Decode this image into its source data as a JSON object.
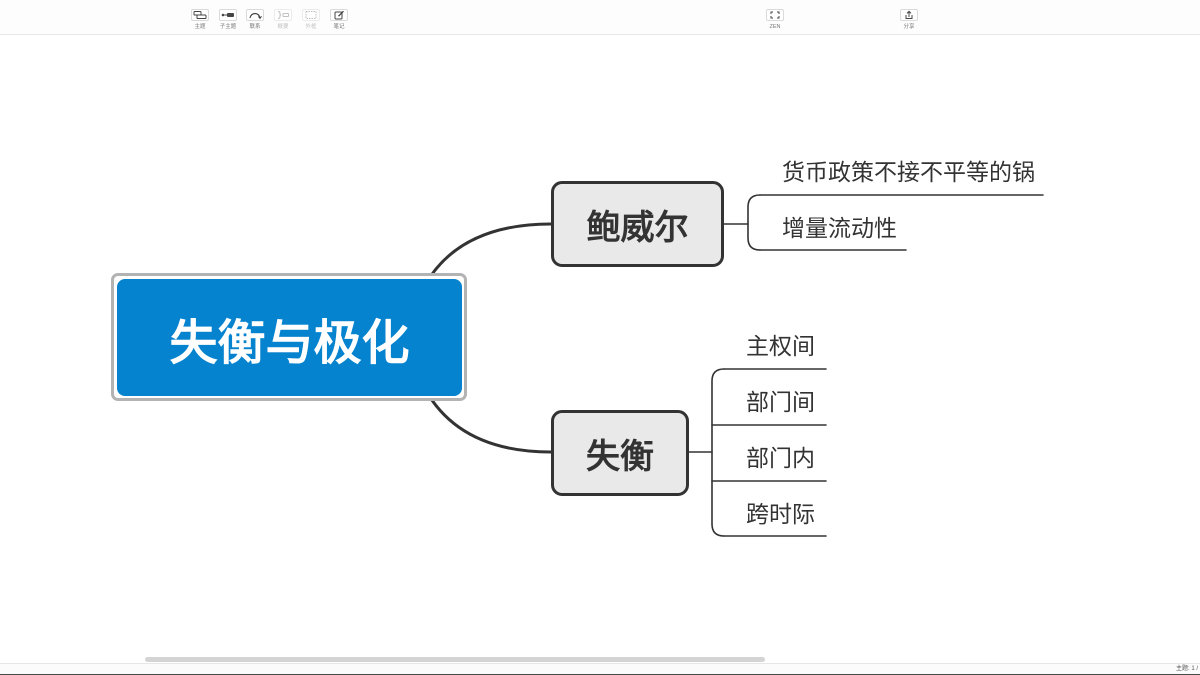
{
  "toolbar": {
    "left_buttons": [
      {
        "label": "主题",
        "icon": "topic-icon",
        "enabled": true
      },
      {
        "label": "子主题",
        "icon": "subtopic-icon",
        "enabled": true
      },
      {
        "label": "联系",
        "icon": "relationship-icon",
        "enabled": true
      },
      {
        "label": "概要",
        "icon": "summary-icon",
        "enabled": false
      },
      {
        "label": "外框",
        "icon": "boundary-icon",
        "enabled": false
      },
      {
        "label": "笔记",
        "icon": "note-icon",
        "enabled": true
      }
    ],
    "zen": {
      "label": "ZEN",
      "icon": "zen-mode-icon",
      "enabled": true
    },
    "share": {
      "label": "分享",
      "icon": "share-icon",
      "enabled": true
    }
  },
  "mindmap": {
    "central_topic": {
      "label": "失衡与极化",
      "selected": true
    },
    "branches": [
      {
        "label": "鲍威尔",
        "subtopics": [
          "货币政策不接不平等的锅",
          "增量流动性"
        ]
      },
      {
        "label": "失衡",
        "subtopics": [
          "主权间",
          "部门间",
          "部门内",
          "跨时际"
        ]
      }
    ],
    "colors": {
      "central_fill": "#0683cf",
      "branch_fill": "#e9e9e9",
      "line": "#333333",
      "selection": "#b3b3b3"
    }
  },
  "status_bar": {
    "topic_count": "主题: 1 /"
  }
}
